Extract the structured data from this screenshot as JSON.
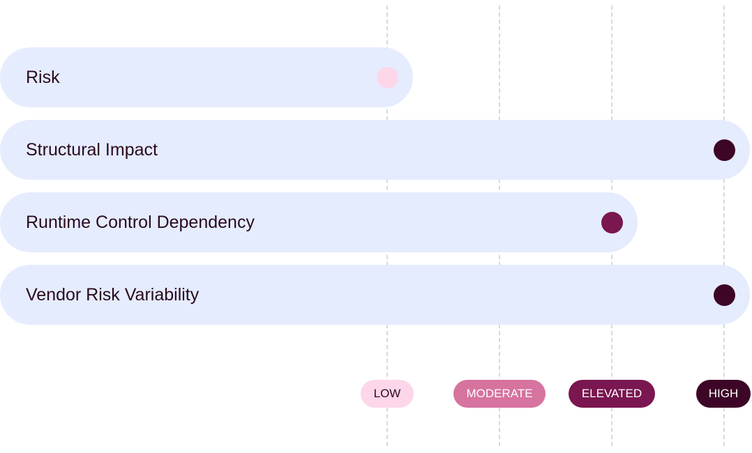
{
  "chart_data": {
    "type": "bar",
    "orientation": "horizontal",
    "levels": [
      {
        "label": "LOW",
        "value": 1,
        "color": "#fdd6ea",
        "text_color": "#2a0a1f"
      },
      {
        "label": "MODERATE",
        "value": 2,
        "color": "#d6739f",
        "text_color": "#ffffff"
      },
      {
        "label": "ELEVATED",
        "value": 3,
        "color": "#7a1650",
        "text_color": "#ffffff"
      },
      {
        "label": "HIGH",
        "value": 4,
        "color": "#3d0627",
        "text_color": "#ffffff"
      }
    ],
    "categories": [
      "Risk",
      "Structural Impact",
      "Runtime Control Dependency",
      "Vendor Risk Variability"
    ],
    "values": [
      1,
      4,
      3,
      4
    ],
    "xlim": [
      0,
      4
    ],
    "grid": true,
    "bar_color": "#e5ecfe"
  }
}
